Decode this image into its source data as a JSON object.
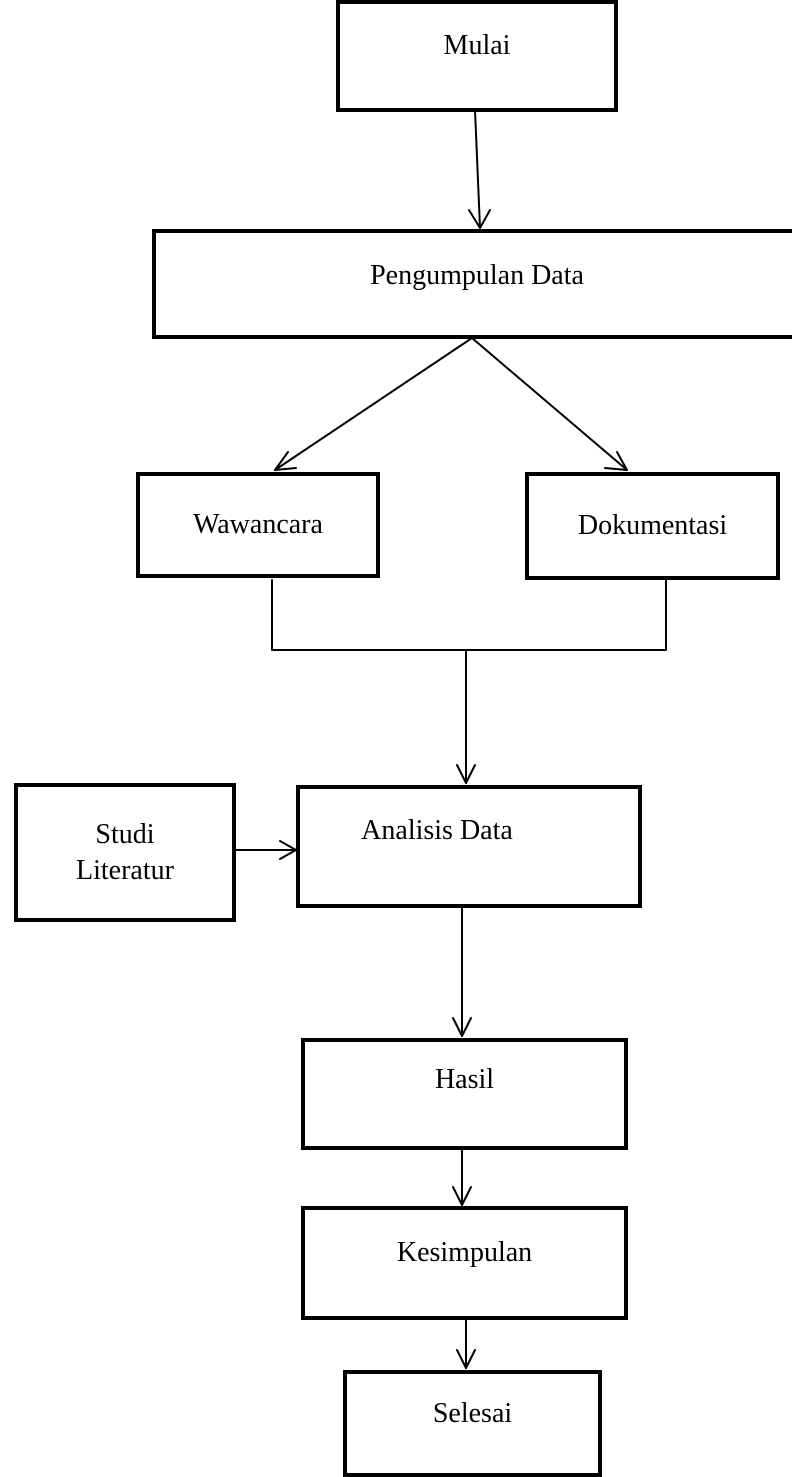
{
  "flowchart": {
    "start": "Mulai",
    "data_collection": "Pengumpulan Data",
    "interview": "Wawancara",
    "documentation": "Dokumentasi",
    "literature_study_line1": "Studi",
    "literature_study_line2": "Literatur",
    "data_analysis": "Analisis Data",
    "result": "Hasil",
    "conclusion": "Kesimpulan",
    "end": "Selesai"
  },
  "colors": {
    "stroke": "#000000",
    "background": "#ffffff"
  }
}
